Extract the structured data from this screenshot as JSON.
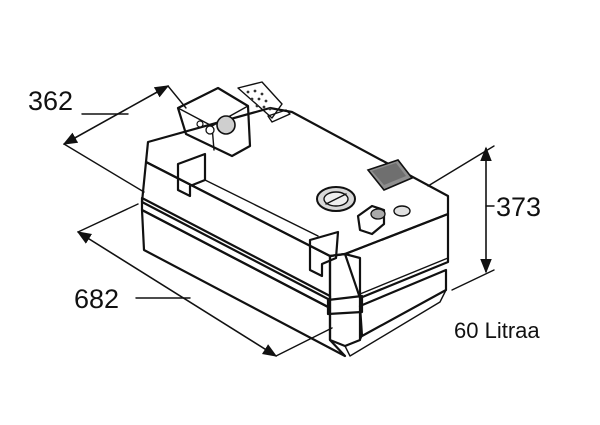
{
  "dimensions": {
    "depth": "362",
    "length": "682",
    "height": "373"
  },
  "capacity": "60 Litraa",
  "colors": {
    "line": "#111111",
    "top_face": "#f2f2f2",
    "front_face": "#dcdcdc",
    "side_face": "#c8c8c8",
    "fitting": "#bdbdbd"
  }
}
